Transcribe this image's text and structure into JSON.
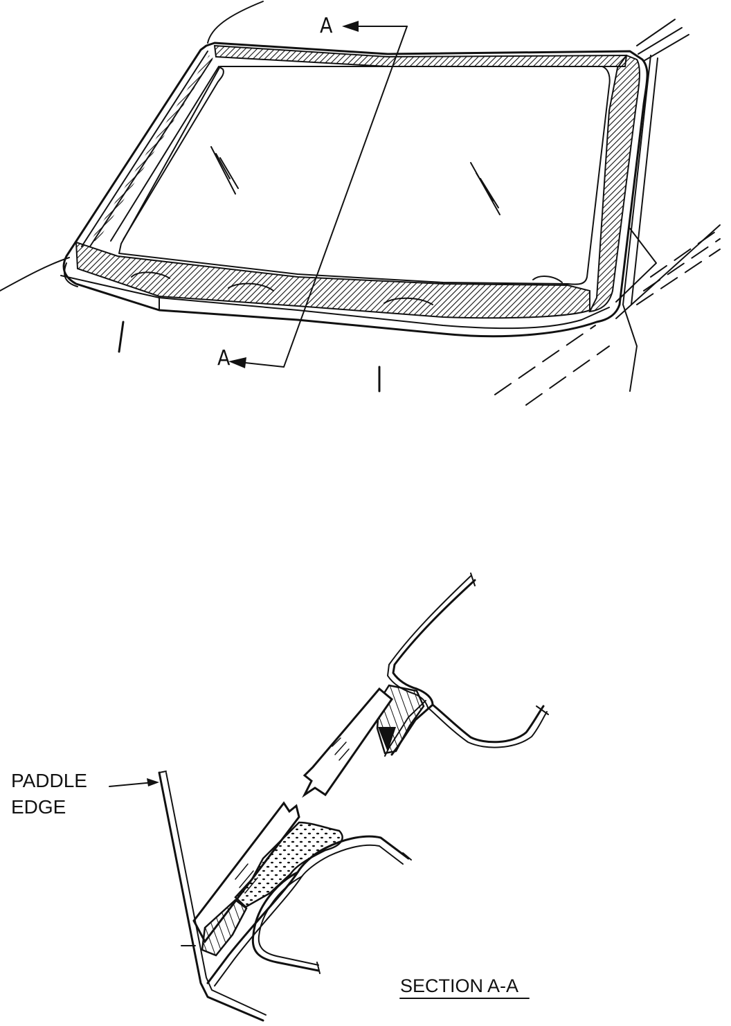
{
  "labels": {
    "section_marker_top": "A",
    "section_marker_bottom": "A",
    "paddle_edge_line1": "PADDLE",
    "paddle_edge_line2": "EDGE",
    "section_title": "SECTION A-A"
  },
  "icons": {
    "glass_reflection_marks": "diagonal-hatch-lines",
    "cut_arrow": "arrow-left"
  },
  "colors": {
    "ink": "#111111",
    "paper": "#ffffff"
  }
}
